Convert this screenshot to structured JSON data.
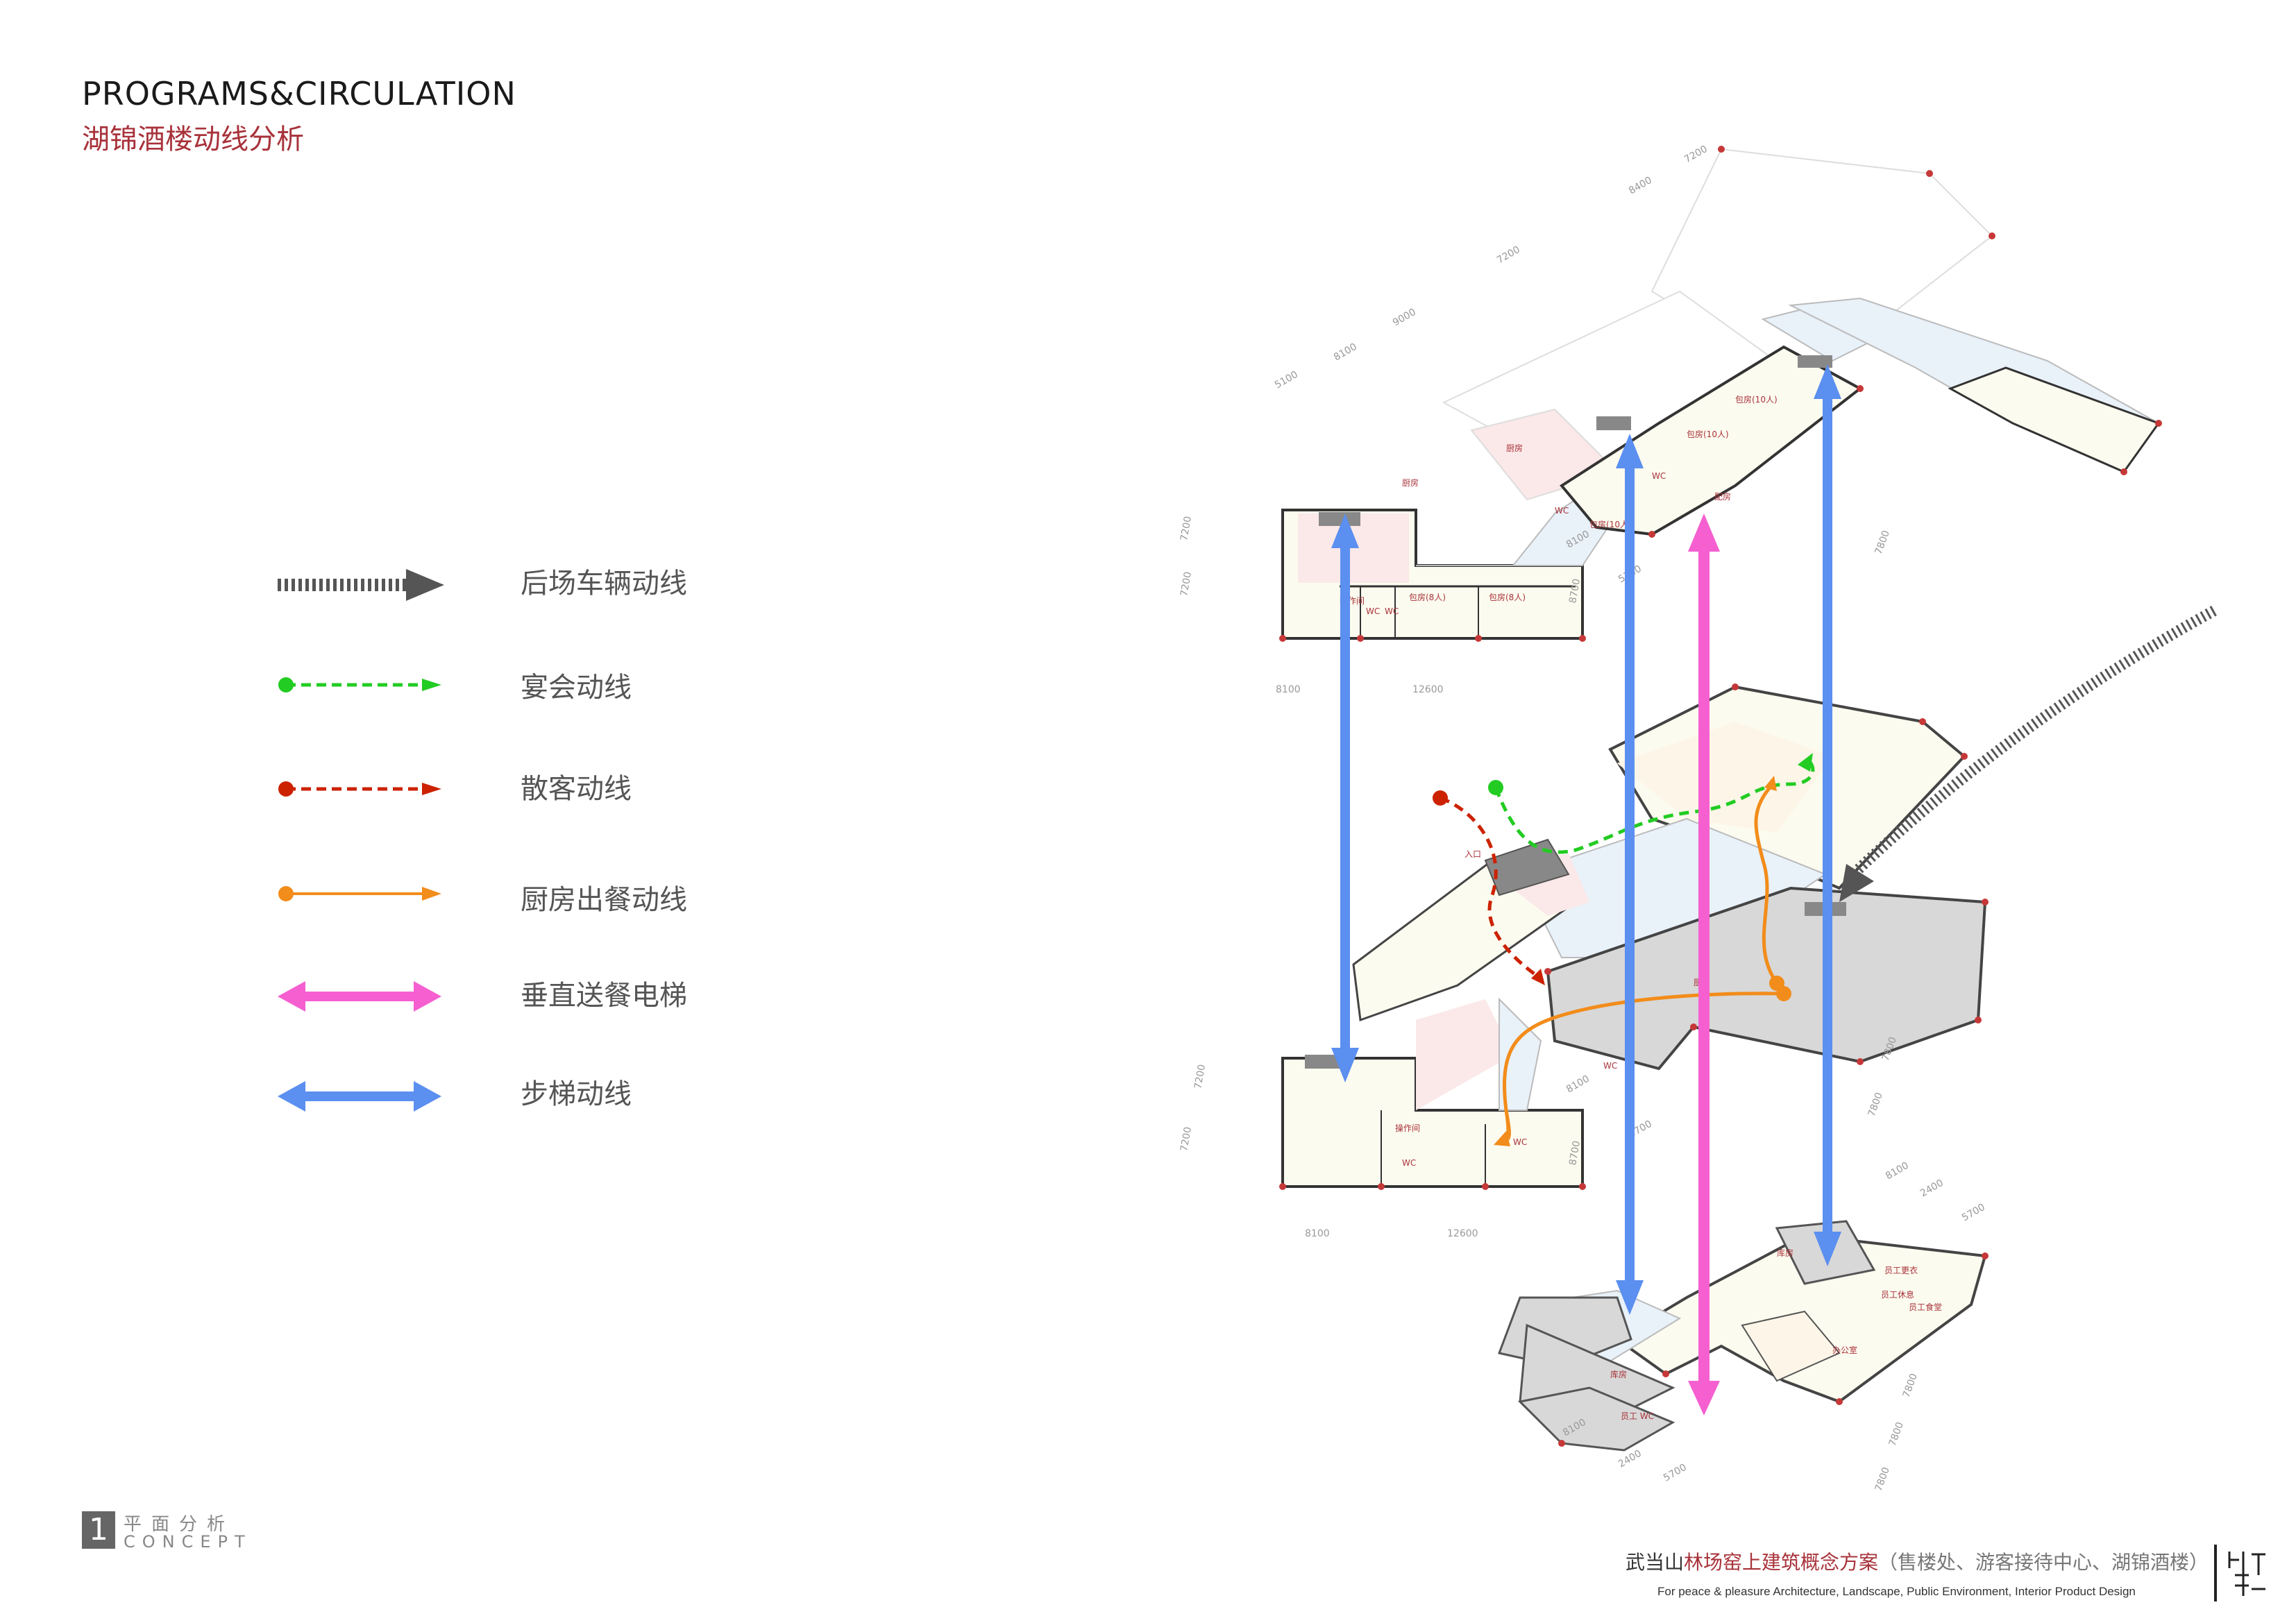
{
  "header": {
    "title_en": "PROGRAMS&CIRCULATION",
    "title_cn": "湖锦酒楼动线分析"
  },
  "legend": {
    "items": [
      {
        "label": "后场车辆动线",
        "color": "#555555",
        "style": "hatched-arrow"
      },
      {
        "label": "宴会动线",
        "color": "#22cc22",
        "style": "dashed-dot-arrow"
      },
      {
        "label": "散客动线",
        "color": "#cc2200",
        "style": "dashed-dot-arrow"
      },
      {
        "label": "厨房出餐动线",
        "color": "#f28c1a",
        "style": "solid-dot-arrow"
      },
      {
        "label": "垂直送餐电梯",
        "color": "#f55fd0",
        "style": "double-arrow"
      },
      {
        "label": "步梯动线",
        "color": "#5b8ff0",
        "style": "double-arrow"
      }
    ]
  },
  "plans": {
    "top": {
      "dims_bottom": [
        "8100",
        "12600"
      ],
      "dims_left": [
        "7200",
        "7200"
      ],
      "dims_right": [
        "8100",
        "5700",
        "7800",
        "8700"
      ],
      "dims_top": [
        "5100",
        "8100",
        "9000",
        "7200",
        "8400",
        "7200"
      ],
      "rooms": [
        "操作间",
        "WC",
        "WC",
        "包房(8人)",
        "包房(8人)",
        "包房(10人)",
        "包房(10人)",
        "包房(10人)",
        "WC",
        "WC",
        "配房",
        "厨房",
        "厨房"
      ]
    },
    "middle": {
      "dims_bottom": [
        "8100",
        "12600"
      ],
      "dims_left": [
        "7200",
        "7200"
      ],
      "dims_right": [
        "8100",
        "5700",
        "7800",
        "7800",
        "8700"
      ],
      "rooms": [
        "操作间",
        "WC",
        "WC",
        "厨房",
        "WC",
        "入口"
      ]
    },
    "bottom": {
      "dims_bottom": [
        "8100",
        "2400",
        "5700"
      ],
      "dims_top": [
        "8100",
        "2400",
        "5700"
      ],
      "dims_right": [
        "7800",
        "7800",
        "7800"
      ],
      "rooms": [
        "员工更衣",
        "员工休息",
        "员工食堂",
        "办公室",
        "库房",
        "员工 WC",
        "库房"
      ]
    }
  },
  "footer": {
    "page_number": "1",
    "section_cn": "平面分析",
    "section_en": "CONCEPT",
    "project_title_a": "武当山",
    "project_title_b": "林场窑上建筑概念方案",
    "project_title_c": "（售楼处、游客接待中心、湖锦酒楼）",
    "tagline": "For peace  &  pleasure  Architecture, Landscape, Public Environment, Interior  Product  Design"
  }
}
